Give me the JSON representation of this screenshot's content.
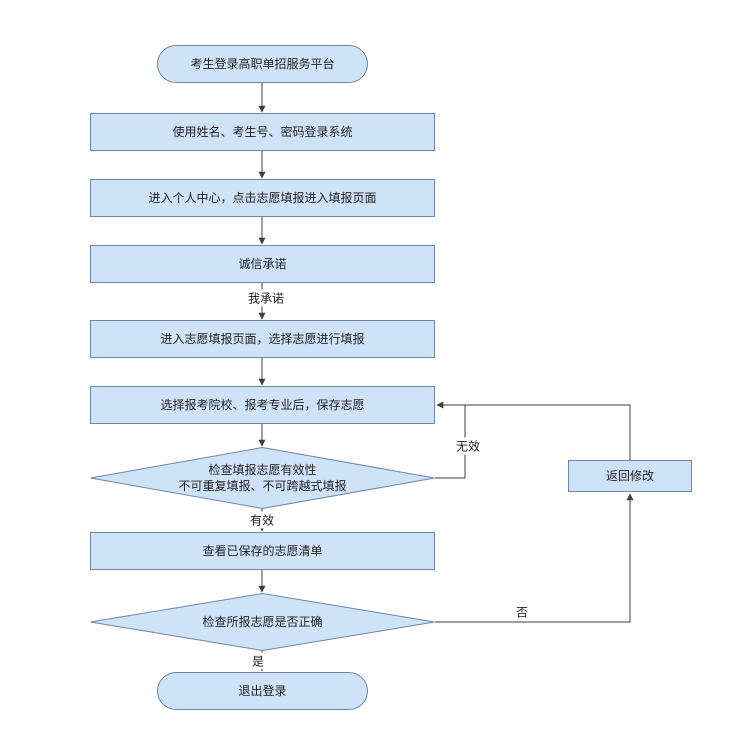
{
  "diagram": {
    "nodes": {
      "start": "考生登录高职单招服务平台",
      "login": "使用姓名、考生号、密码登录系统",
      "personal_center": "进入个人中心，点击志愿填报进入填报页面",
      "integrity": "诚信承诺",
      "fill_page": "进入志愿填报页面，选择志愿进行填报",
      "save_choice": "选择报考院校、报考专业后，保存志愿",
      "check_validity_line1": "检查填报志愿有效性",
      "check_validity_line2": "不可重复填报、不可跨越式填报",
      "view_list": "查看已保存的志愿清单",
      "check_correct": "检查所报志愿是否正确",
      "logout": "退出登录",
      "return_modify": "返回修改"
    },
    "edge_labels": {
      "i_promise": "我承诺",
      "valid": "有效",
      "invalid": "无效",
      "yes": "是",
      "no": "否"
    },
    "colors": {
      "node_fill": "#cfe3f8",
      "node_stroke": "#6d87a8",
      "connector": "#404040"
    }
  }
}
